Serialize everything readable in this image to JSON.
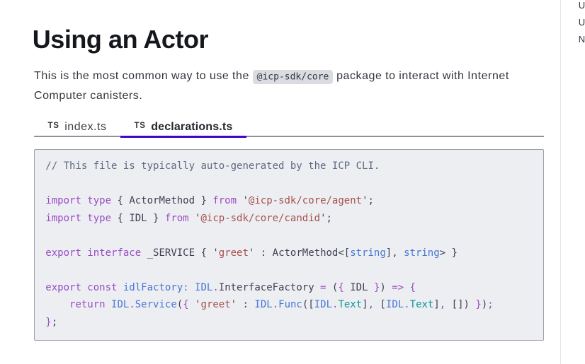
{
  "page": {
    "title": "Using an Actor"
  },
  "intro": {
    "parts": [
      {
        "type": "text",
        "value": "This is the most common way to use the "
      },
      {
        "type": "code",
        "value": "@icp-sdk/core"
      },
      {
        "type": "text",
        "value": " package to interact with Internet Computer canisters."
      }
    ]
  },
  "tabs": {
    "items": [
      {
        "badge": "TS",
        "label": "index.ts",
        "active": false
      },
      {
        "badge": "TS",
        "label": "declarations.ts",
        "active": true
      }
    ]
  },
  "code": {
    "language": "ts",
    "lines": [
      [
        [
          "c",
          "// This file is typically auto-generated by the ICP CLI."
        ]
      ],
      [],
      [
        [
          "k",
          "import"
        ],
        [
          "k",
          " type"
        ],
        [
          "d",
          " { ActorMethod } "
        ],
        [
          "k",
          "from"
        ],
        [
          "d",
          " "
        ],
        [
          "q",
          "'"
        ],
        [
          "s",
          "@icp-sdk/core/agent"
        ],
        [
          "q",
          "'"
        ],
        [
          "d",
          ";"
        ]
      ],
      [
        [
          "k",
          "import"
        ],
        [
          "k",
          " type"
        ],
        [
          "d",
          " { IDL } "
        ],
        [
          "k",
          "from"
        ],
        [
          "d",
          " "
        ],
        [
          "q",
          "'"
        ],
        [
          "s",
          "@icp-sdk/core/candid"
        ],
        [
          "q",
          "'"
        ],
        [
          "d",
          ";"
        ]
      ],
      [],
      [
        [
          "k",
          "export"
        ],
        [
          "k",
          " interface"
        ],
        [
          "d",
          " _SERVICE { "
        ],
        [
          "q",
          "'"
        ],
        [
          "s",
          "greet"
        ],
        [
          "q",
          "'"
        ],
        [
          "d",
          " : ActorMethod<["
        ],
        [
          "f",
          "string"
        ],
        [
          "d",
          "], "
        ],
        [
          "f",
          "string"
        ],
        [
          "d",
          "> }"
        ]
      ],
      [],
      [
        [
          "k",
          "export"
        ],
        [
          "k",
          " const"
        ],
        [
          "f",
          " idlFactory:"
        ],
        [
          "f",
          " IDL"
        ],
        [
          "k",
          "."
        ],
        [
          "d",
          "InterfaceFactory"
        ],
        [
          "k",
          " ="
        ],
        [
          "d",
          " ("
        ],
        [
          "k",
          "{"
        ],
        [
          "d",
          " IDL "
        ],
        [
          "k",
          "}"
        ],
        [
          "d",
          ")"
        ],
        [
          "k",
          " =>"
        ],
        [
          "k",
          " {"
        ]
      ],
      [
        [
          "d",
          "    "
        ],
        [
          "k",
          "return"
        ],
        [
          "f",
          " IDL"
        ],
        [
          "k",
          "."
        ],
        [
          "f",
          "Service"
        ],
        [
          "d",
          "("
        ],
        [
          "k",
          "{"
        ],
        [
          "d",
          " "
        ],
        [
          "q",
          "'"
        ],
        [
          "s",
          "greet"
        ],
        [
          "q",
          "'"
        ],
        [
          "d",
          " : "
        ],
        [
          "f",
          "IDL"
        ],
        [
          "k",
          "."
        ],
        [
          "f",
          "Func"
        ],
        [
          "d",
          "(["
        ],
        [
          "f",
          "IDL"
        ],
        [
          "k",
          "."
        ],
        [
          "t",
          "Text"
        ],
        [
          "d",
          "]"
        ],
        [
          "k",
          ","
        ],
        [
          "d",
          " ["
        ],
        [
          "f",
          "IDL"
        ],
        [
          "k",
          "."
        ],
        [
          "t",
          "Text"
        ],
        [
          "d",
          "]"
        ],
        [
          "k",
          ","
        ],
        [
          "d",
          " [])"
        ],
        [
          "k",
          " }"
        ],
        [
          "d",
          ")"
        ],
        [
          "k",
          ";"
        ]
      ],
      [
        [
          "k",
          "}"
        ],
        [
          "d",
          ";"
        ]
      ]
    ]
  },
  "colors": {
    "accent": "#3e06c8",
    "tab_underline_gray": "#919399"
  },
  "toc": {
    "items": [
      "Using an Actor",
      "Using the agent",
      "Next steps"
    ]
  }
}
